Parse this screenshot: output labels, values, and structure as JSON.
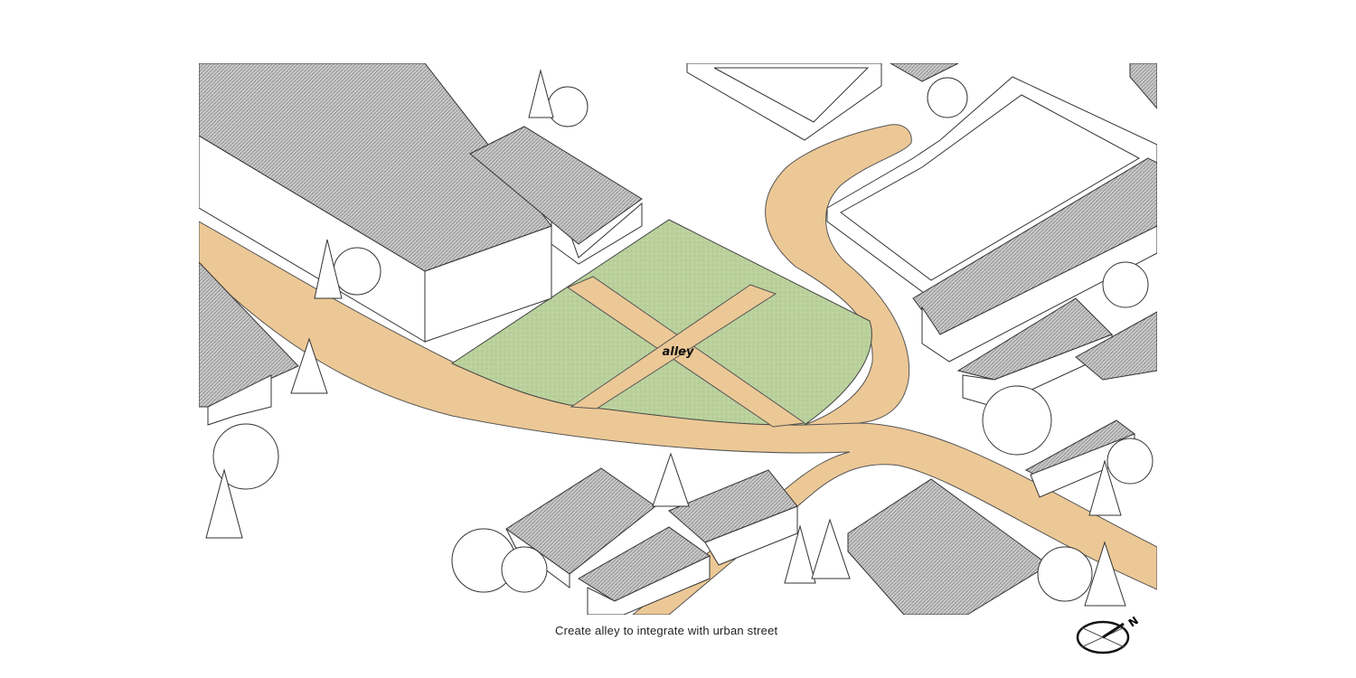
{
  "diagram": {
    "label_alley": "alley",
    "caption": "Create alley to integrate with urban street",
    "north_label": "N",
    "colors": {
      "road": "#ecc896",
      "green_plot": "#b8cf98",
      "roof": "#bdbdbd",
      "line": "#333333"
    }
  }
}
